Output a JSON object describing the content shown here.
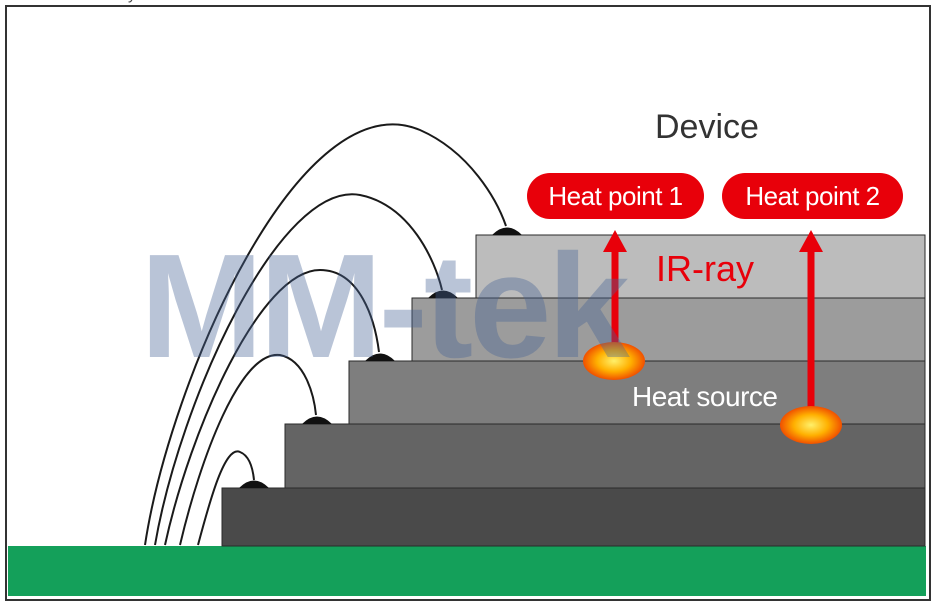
{
  "diagram": {
    "device_label": "Device",
    "heat_point_1": "Heat point 1",
    "heat_point_2": "Heat point 2",
    "ir_ray_label": "IR-ray",
    "heat_source_label": "Heat source",
    "watermark": "MM-tek",
    "top_fragment": "y",
    "colors": {
      "substrate": "#14a05a",
      "heat_pill": "#e8000a",
      "arrow": "#e8000a",
      "watermark": "#4664a0"
    },
    "layers": 5
  }
}
